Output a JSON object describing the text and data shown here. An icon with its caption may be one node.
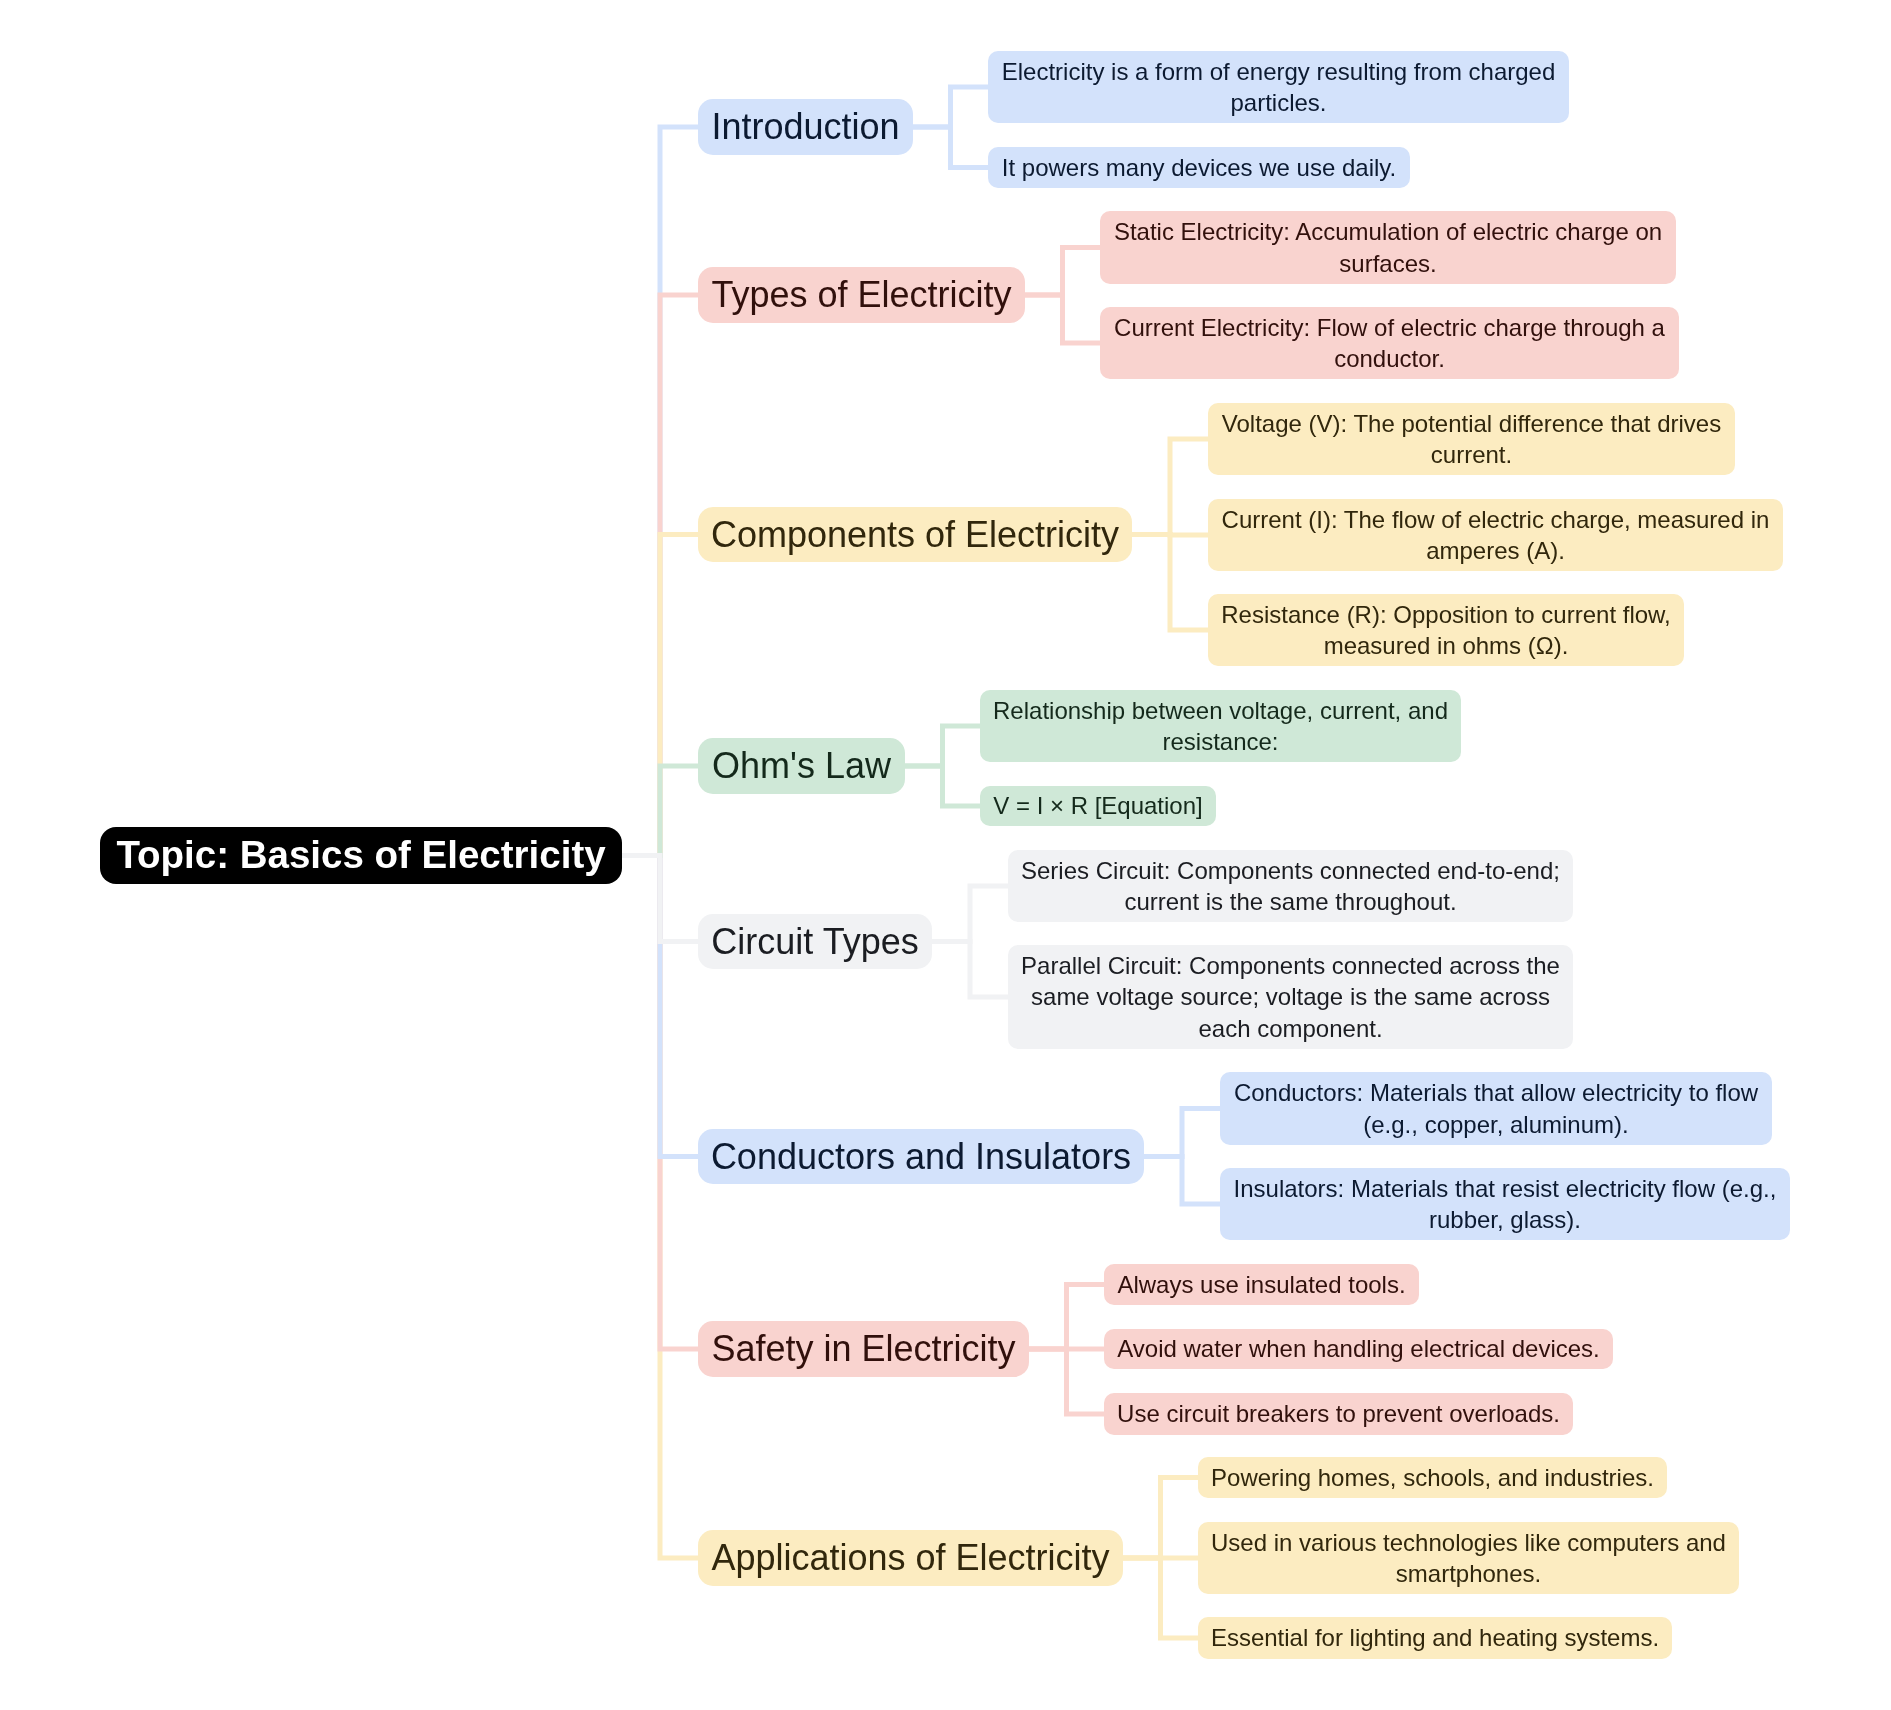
{
  "diagram": {
    "nodes": [
      {
        "text": [
          "Topic: Basics of Electricity"
        ]
      },
      {
        "text": [
          "Introduction"
        ]
      },
      {
        "text": [
          "Electricity is a form of energy resulting from charged particles."
        ]
      },
      {
        "text": [
          "It powers many devices we use daily."
        ]
      },
      {
        "text": [
          "Types of Electricity"
        ]
      },
      {
        "text": [
          "Static Electricity: Accumulation of electric charge on surfaces."
        ]
      },
      {
        "text": [
          "Current Electricity: Flow of electric charge through a conductor."
        ]
      },
      {
        "text": [
          "Components of Electricity"
        ]
      },
      {
        "text": [
          "Voltage (V): The potential difference that drives current."
        ]
      },
      {
        "text": [
          "Current (I): The flow of electric charge, measured in amperes (A)."
        ]
      },
      {
        "text": [
          "Resistance (R): Opposition to current flow, measured in ohms (Ω)."
        ]
      },
      {
        "text": [
          "Ohm's Law"
        ]
      },
      {
        "text": [
          "Relationship between voltage, current, and resistance:"
        ]
      },
      {
        "text": [
          "V = I × R [Equation]"
        ]
      },
      {
        "text": [
          "Circuit Types"
        ]
      },
      {
        "text": [
          "Series Circuit: Components connected end-to-end; current is the same throughout."
        ]
      },
      {
        "text": [
          "Parallel Circuit: Components connected across the same voltage source; voltage is the same across each component."
        ]
      },
      {
        "text": [
          "Conductors and Insulators"
        ]
      },
      {
        "text": [
          "Conductors: Materials that allow electricity to flow (e.g., copper, aluminum)."
        ]
      },
      {
        "text": [
          "Insulators: Materials that resist electricity flow (e.g., rubber, glass)."
        ]
      },
      {
        "text": [
          "Safety in Electricity"
        ]
      },
      {
        "text": [
          "Always use insulated tools."
        ]
      },
      {
        "text": [
          "Avoid water when handling electrical devices."
        ]
      },
      {
        "text": [
          "Use circuit breakers to prevent overloads."
        ]
      },
      {
        "text": [
          "Applications of Electricity"
        ]
      },
      {
        "text": [
          "Powering homes, schools, and industries."
        ]
      },
      {
        "text": [
          "Used in various technologies like computers and smartphones."
        ]
      },
      {
        "text": [
          "Essential for lighting and heating systems."
        ]
      }
    ],
    "edges": [
      {
        "from": 0,
        "to": 1,
        "arrow": "none",
        "color": "#d3e2fb"
      },
      {
        "from": 1,
        "to": 2,
        "arrow": "none",
        "color": "#d3e2fb"
      },
      {
        "from": 1,
        "to": 3,
        "arrow": "none",
        "color": "#d3e2fb"
      },
      {
        "from": 0,
        "to": 4,
        "arrow": "none",
        "color": "#f9d3cf"
      },
      {
        "from": 4,
        "to": 5,
        "arrow": "none",
        "color": "#f9d3cf"
      },
      {
        "from": 4,
        "to": 6,
        "arrow": "none",
        "color": "#f9d3cf"
      },
      {
        "from": 0,
        "to": 7,
        "arrow": "none",
        "color": "#fcecc1"
      },
      {
        "from": 7,
        "to": 8,
        "arrow": "none",
        "color": "#fcecc1"
      },
      {
        "from": 7,
        "to": 9,
        "arrow": "none",
        "color": "#fcecc1"
      },
      {
        "from": 7,
        "to": 10,
        "arrow": "none",
        "color": "#fcecc1"
      },
      {
        "from": 0,
        "to": 11,
        "arrow": "none",
        "color": "#cfe8d7"
      },
      {
        "from": 11,
        "to": 12,
        "arrow": "none",
        "color": "#cfe8d7"
      },
      {
        "from": 11,
        "to": 13,
        "arrow": "none",
        "color": "#cfe8d7"
      },
      {
        "from": 0,
        "to": 14,
        "arrow": "none",
        "color": "#f1f2f4"
      },
      {
        "from": 14,
        "to": 15,
        "arrow": "none",
        "color": "#f1f2f4"
      },
      {
        "from": 14,
        "to": 16,
        "arrow": "none",
        "color": "#f1f2f4"
      },
      {
        "from": 0,
        "to": 17,
        "arrow": "none",
        "color": "#d3e2fb"
      },
      {
        "from": 17,
        "to": 18,
        "arrow": "none",
        "color": "#d3e2fb"
      },
      {
        "from": 17,
        "to": 19,
        "arrow": "none",
        "color": "#d3e2fb"
      },
      {
        "from": 0,
        "to": 20,
        "arrow": "none",
        "color": "#f9d3cf"
      },
      {
        "from": 20,
        "to": 21,
        "arrow": "none",
        "color": "#f9d3cf"
      },
      {
        "from": 20,
        "to": 22,
        "arrow": "none",
        "color": "#f9d3cf"
      },
      {
        "from": 20,
        "to": 23,
        "arrow": "none",
        "color": "#f9d3cf"
      },
      {
        "from": 0,
        "to": 24,
        "arrow": "none",
        "color": "#fcecc1"
      },
      {
        "from": 24,
        "to": 25,
        "arrow": "none",
        "color": "#fcecc1"
      },
      {
        "from": 24,
        "to": 26,
        "arrow": "none",
        "color": "#fcecc1"
      },
      {
        "from": 24,
        "to": 27,
        "arrow": "none",
        "color": "#fcecc1"
      }
    ]
  }
}
